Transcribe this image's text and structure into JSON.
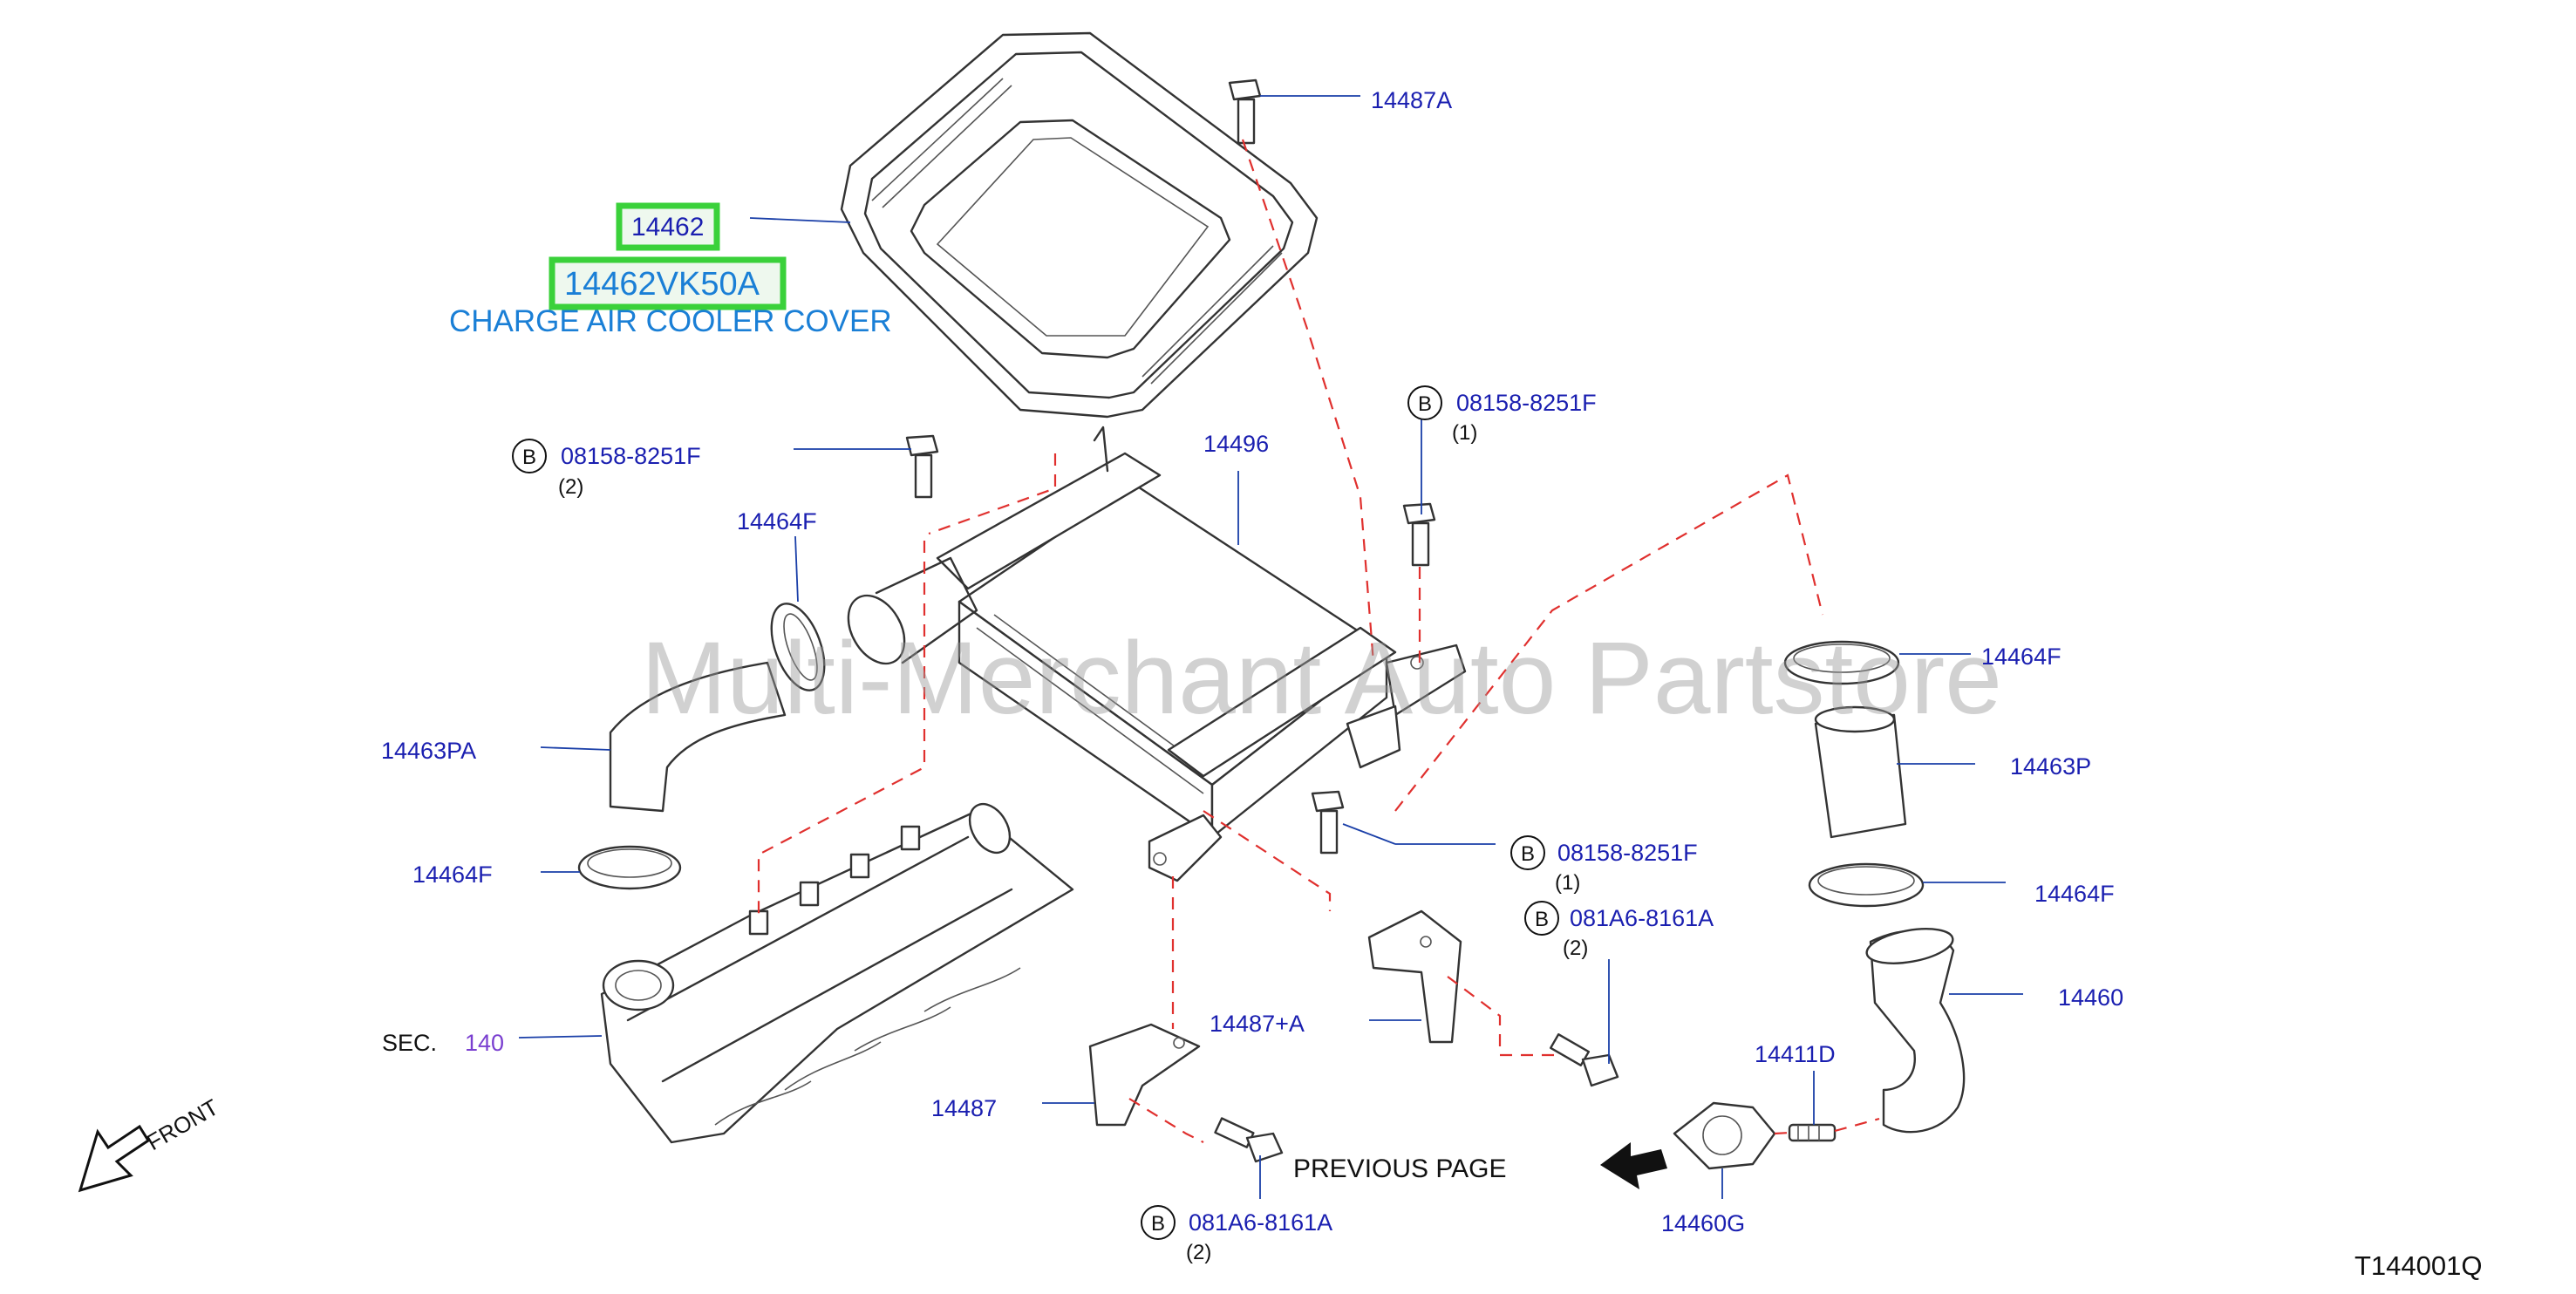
{
  "title_code": "T144001Q",
  "watermark": "Multi-Merchant Auto Partstore",
  "highlight": {
    "part_number": "14462",
    "full_number": "14462VK50A",
    "description": "CHARGE AIR COOLER COVER"
  },
  "labels": {
    "p14487A": "14487A",
    "p14496": "14496",
    "p14464F_top": "14464F",
    "p14464F_right1": "14464F",
    "p14464F_right2": "14464F",
    "p14464F_left": "14464F",
    "p14463PA": "14463PA",
    "p14463P": "14463P",
    "p14460": "14460",
    "p14411D": "14411D",
    "p14460G": "14460G",
    "p14487": "14487",
    "p14487pA": "14487+A",
    "sec_prefix": "SEC.",
    "sec_number": "140",
    "previous_page": "PREVIOUS   PAGE",
    "front": "FRONT"
  },
  "bolts": {
    "b1": {
      "badge": "B",
      "number": "08158-8251F",
      "qty": "(2)"
    },
    "b2": {
      "badge": "B",
      "number": "08158-8251F",
      "qty": "(1)"
    },
    "b3": {
      "badge": "B",
      "number": "08158-8251F",
      "qty": "(1)"
    },
    "b4": {
      "badge": "B",
      "number": "081A6-8161A",
      "qty": "(2)"
    },
    "b5": {
      "badge": "B",
      "number": "081A6-8161A",
      "qty": "(2)"
    }
  },
  "colors": {
    "label_blue": "#1a1fb0",
    "highlight_green": "#3ad13a",
    "description_blue": "#1a7fd6",
    "dash_red": "#e0302e",
    "sec_purple": "#7a3fd0"
  }
}
